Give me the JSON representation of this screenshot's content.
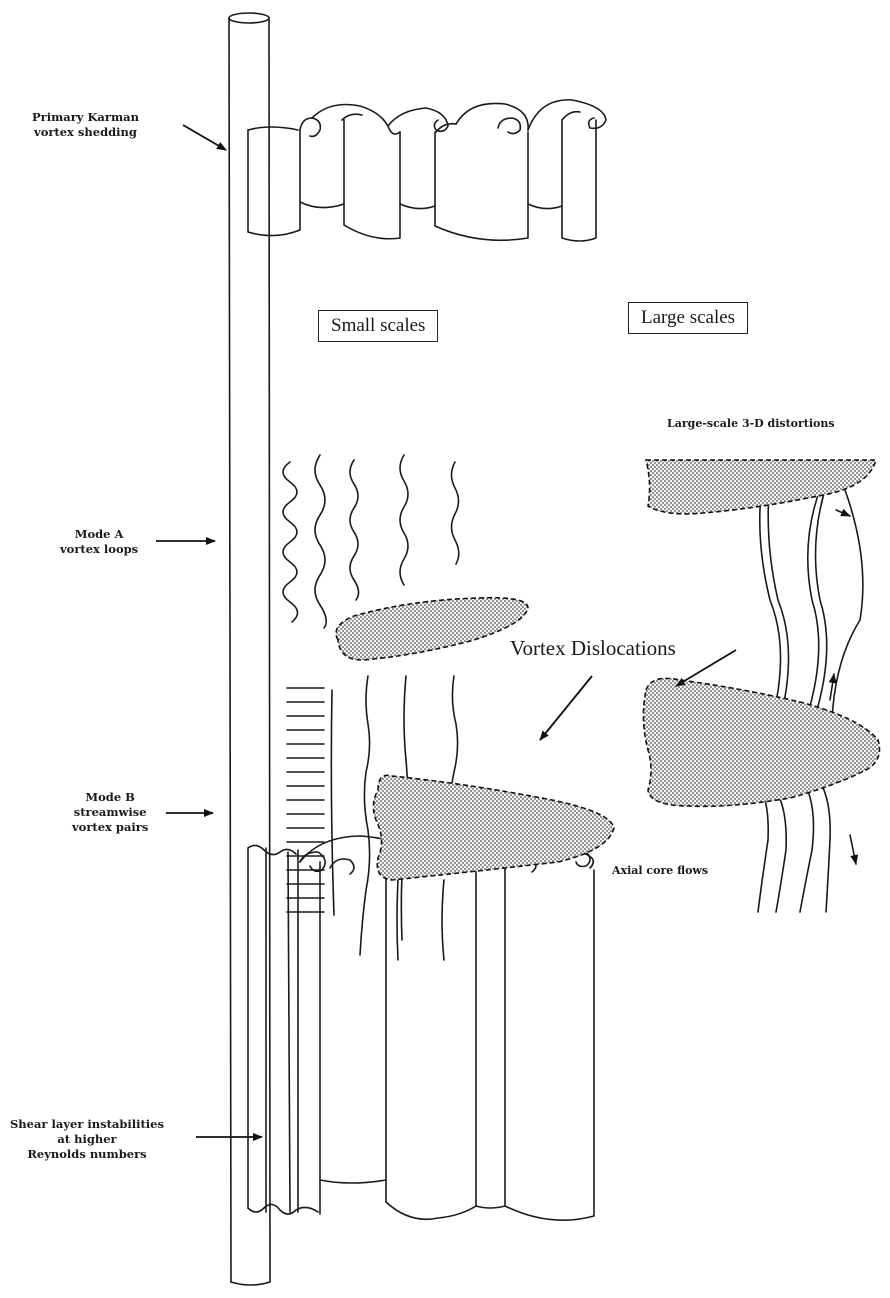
{
  "labels": {
    "primary_karman": [
      "Primary Karman",
      "vortex shedding"
    ],
    "mode_a": [
      "Mode A",
      "vortex loops"
    ],
    "mode_b": [
      "Mode B",
      "streamwise",
      "vortex pairs"
    ],
    "shear_layer": [
      "Shear layer instabilities",
      "at higher",
      "Reynolds numbers"
    ],
    "small_scales": "Small scales",
    "large_scales": "Large scales",
    "large_scale_distortions": "Large-scale 3-D distortions",
    "vortex_dislocations": "Vortex Dislocations",
    "axial_core_flows": "Axial core flows"
  }
}
